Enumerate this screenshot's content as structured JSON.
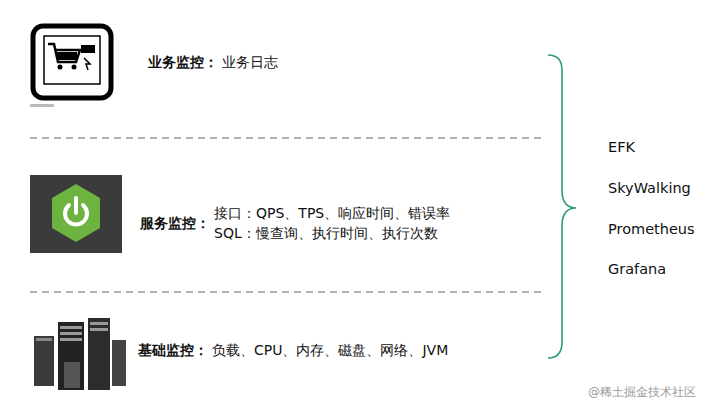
{
  "diagram": {
    "nodes": [
      {
        "text": [
          "业务监控：",
          "业务日志"
        ]
      },
      {
        "text": [
          "服务监控：",
          "接口：QPS、TPS、响应时间、错误率",
          "SQL：慢查询、执行时间、执行次数"
        ]
      },
      {
        "text": [
          "基础监控：",
          "负载、CPU、内存、磁盘、网络、JVM"
        ]
      }
    ],
    "labels": [
      "EFK",
      "SkyWalking",
      "Prometheus",
      "Grafana",
      "@稀土掘金技术社区"
    ]
  }
}
